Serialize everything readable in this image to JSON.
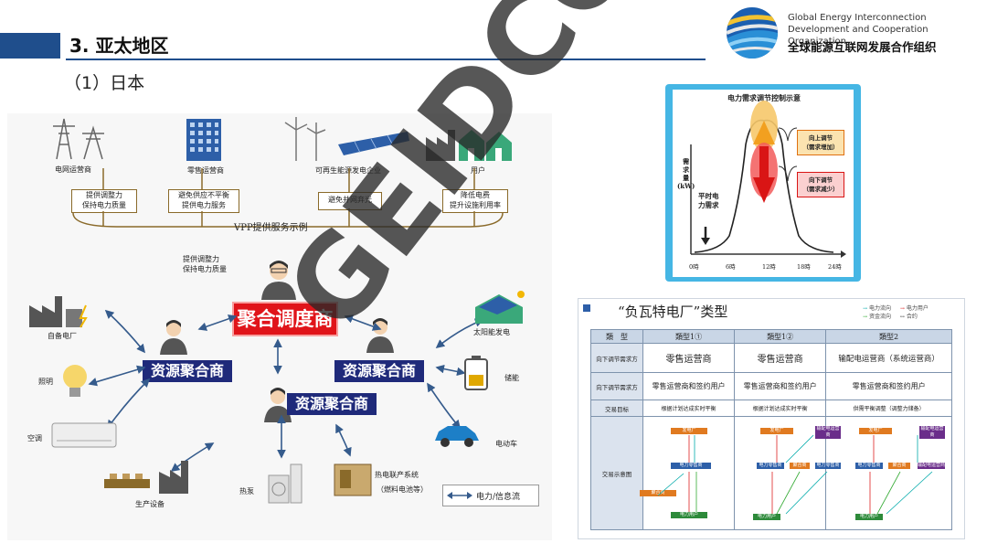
{
  "header": {
    "section_title": "3. 亚太地区",
    "sub_title": "（1）日本",
    "org_en_line1": "Global Energy Interconnection",
    "org_en_line2": "Development and Cooperation Organization",
    "org_cn": "全球能源互联网发展合作组织"
  },
  "diagram": {
    "top_nodes": [
      "电网运营商",
      "零售运营商",
      "可再生能源发电企业",
      "用户"
    ],
    "service_boxes": [
      [
        "提供调整力",
        "保持电力质量"
      ],
      [
        "避免供应不平衡",
        "提供电力服务"
      ],
      [
        "避免并网弃光"
      ],
      [
        "降低电费",
        "提升设施利用率"
      ]
    ],
    "vpp_label": "VPP提供服务示例",
    "side_note": [
      "提供调整力",
      "保持电力质量"
    ],
    "aggregator_main": "聚合调度商",
    "aggregator_left": "资源聚合商",
    "aggregator_right": "资源聚合商",
    "aggregator_center": "资源聚合商",
    "left_devices": [
      "自备电厂",
      "照明",
      "空调",
      "生产设备"
    ],
    "right_devices": [
      "太阳能发电",
      "储能",
      "电动车"
    ],
    "bottom_devices": [
      "热泵",
      "热电联产系统",
      "（燃料电池等）"
    ],
    "legend": "电力/信息流"
  },
  "demand_chart": {
    "title": "电力需求调节控制示意",
    "ylabel": [
      "需",
      "求",
      "量",
      "(kW)"
    ],
    "baseline_label": [
      "平时电",
      "力需求"
    ],
    "up_box": [
      "向上调节",
      "（需求增加）"
    ],
    "down_box": [
      "向下调节",
      "（需求减少）"
    ],
    "x_ticks": [
      "0時",
      "6時",
      "12時",
      "18時",
      "24時"
    ]
  },
  "vpp_table": {
    "title": "“负瓦特电厂”类型",
    "legend": [
      "电力流向",
      "电力用户",
      "资金流向",
      "合约"
    ],
    "headers": [
      "類　型",
      "類型1①",
      "類型1②",
      "類型2"
    ],
    "rows": [
      {
        "label": "向下调节需求方",
        "cells": [
          "零售运营商",
          "零售运营商",
          "输配电运营商（系统运营商）"
        ]
      },
      {
        "label": "向下调节需求方",
        "cells": [
          "零售运营商和签约用户",
          "零售运营商和签约用户",
          "零售运营商和签约用户"
        ]
      },
      {
        "label": "交易目标",
        "cells": [
          "根据计划达成实时平衡",
          "根据计划达成实时平衡",
          "供需平衡调整（调整力储备）"
        ]
      },
      {
        "label": "交易示意图",
        "cells": [
          "",
          "",
          ""
        ]
      }
    ],
    "mini_labels": {
      "power_plant": "发电厂",
      "retailer": "电力零售商",
      "user": "电力用户",
      "agg": "聚合商",
      "tso": "输配电运营商"
    }
  },
  "watermark": "GEIDCO"
}
